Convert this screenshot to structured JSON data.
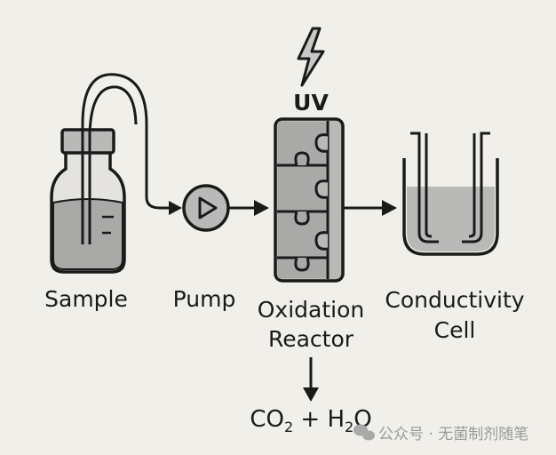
{
  "diagram": {
    "uv_label": "UV",
    "sample_label": "Sample",
    "pump_label": "Pump",
    "reactor_label_line1": "Oxidation",
    "reactor_label_line2": "Reactor",
    "cell_label_line1": "Conductivity",
    "cell_label_line2": "Cell",
    "product": {
      "co": "CO",
      "sub1": "2",
      "plus": " + H",
      "sub2": "2",
      "o": "O"
    },
    "watermark": "公众号 · 无菌制剂随笔"
  },
  "colors": {
    "background": "#f1efea",
    "stroke": "#1a1a1a",
    "fill": "#b9b9b7",
    "liquid": "#a9a9a7"
  }
}
